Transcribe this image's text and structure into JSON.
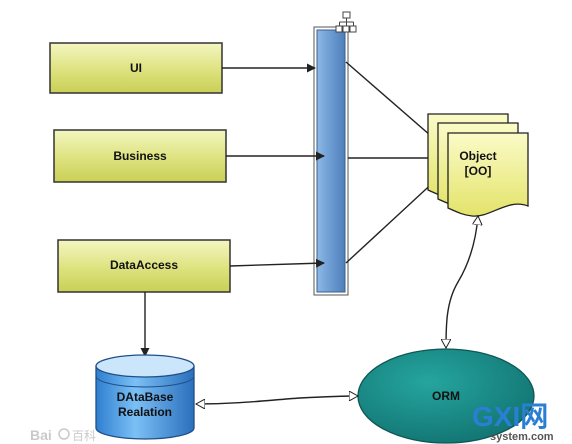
{
  "layers": [
    {
      "id": "ui",
      "label": "UI"
    },
    {
      "id": "business",
      "label": "Business"
    },
    {
      "id": "dataaccess",
      "label": "DataAccess"
    }
  ],
  "object_node": {
    "line1": "Object",
    "line2": "[OO]"
  },
  "orm_node": {
    "label": "ORM"
  },
  "database_node": {
    "line1": "DAtaBase",
    "line2": "Realation"
  },
  "watermark": {
    "brand_left": "Bai",
    "brand_right": "百科",
    "site_logo": "GXI网",
    "site_url": "system.com"
  },
  "colors": {
    "layer_fill": "#dfe38a",
    "layer_stroke": "#333333",
    "bus_fill": "#6b9bd1",
    "bus_stroke": "#3b5f8f",
    "object_fill": "#efef8a",
    "orm_fill": "#1a8a86",
    "db_top": "#cbe6fb",
    "db_body": "#3f98e8",
    "arrow": "#222222"
  },
  "icons": [
    "hierarchy-icon"
  ]
}
